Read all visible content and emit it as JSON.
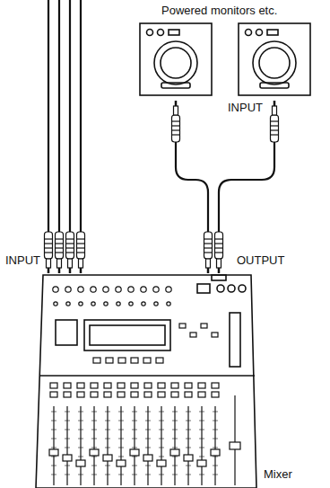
{
  "diagram": {
    "labels": [
      "Powered monitors etc.",
      "INPUT",
      "INPUT",
      "OUTPUT",
      "Mixer"
    ]
  }
}
